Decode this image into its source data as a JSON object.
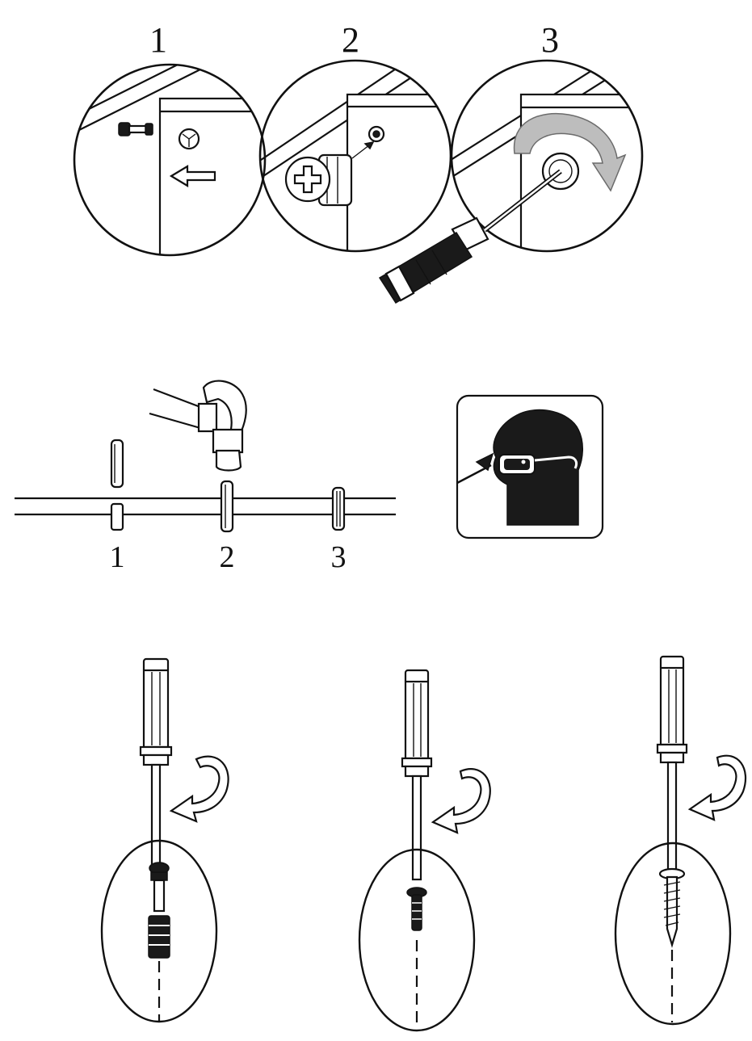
{
  "top_steps": [
    {
      "label": "1"
    },
    {
      "label": "2"
    },
    {
      "label": "3"
    }
  ],
  "dowel_steps": [
    {
      "label": "1"
    },
    {
      "label": "2"
    },
    {
      "label": "3"
    }
  ],
  "colors": {
    "ink": "#111111",
    "rotation_arrow": "#bdbdbd",
    "background": "#ffffff"
  },
  "icons": [
    "cam-bolt-icon",
    "cam-hole-icon",
    "insert-arrow-icon",
    "cam-lock-icon",
    "screwdriver-icon",
    "rotation-arrow-icon",
    "hammer-icon",
    "wooden-dowel-icon",
    "safety-glasses-icon",
    "screw-icon"
  ]
}
